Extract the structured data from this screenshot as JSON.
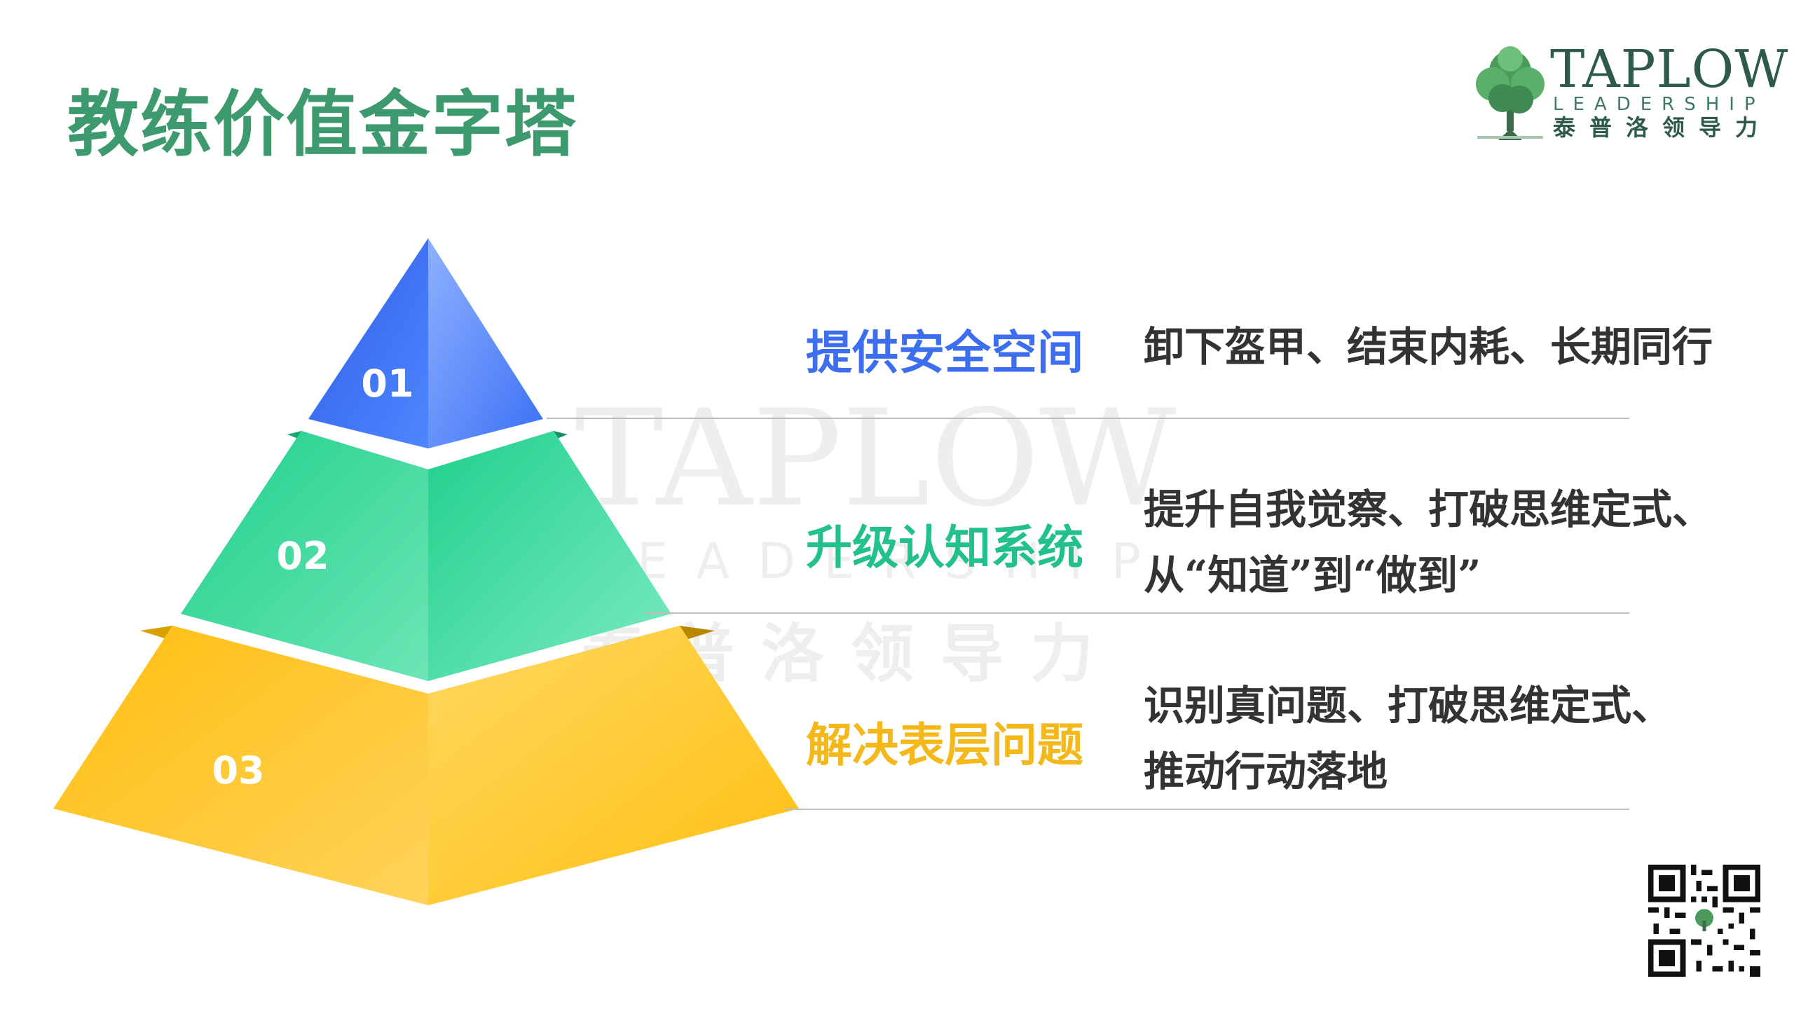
{
  "title": "教练价值金字塔",
  "logo": {
    "name": "TAPLOW",
    "sub": "LEADERSHIP",
    "cn": "泰普洛领导力"
  },
  "colors": {
    "title": "#3d9a6e",
    "tier1": "#4a7cf7",
    "tier2": "#21cc8e",
    "tier3": "#ffc21a"
  },
  "pyramid": {
    "tiers": [
      {
        "label": "01"
      },
      {
        "label": "02"
      },
      {
        "label": "03"
      }
    ]
  },
  "rows": [
    {
      "heading": "提供安全空间",
      "color": "#3d6ef0",
      "desc": [
        "卸下盔甲、结束内耗、长期同行"
      ]
    },
    {
      "heading": "升级认知系统",
      "color": "#22c08a",
      "desc": [
        "提升自我觉察、打破思维定式、",
        "从“知道”到“做到”"
      ]
    },
    {
      "heading": "解决表层问题",
      "color": "#f5b81a",
      "desc": [
        "识别真问题、打破思维定式、",
        "推动行动落地"
      ]
    }
  ],
  "icons": {
    "logo": "tree-logo-icon",
    "qr": "qr-code-icon"
  }
}
